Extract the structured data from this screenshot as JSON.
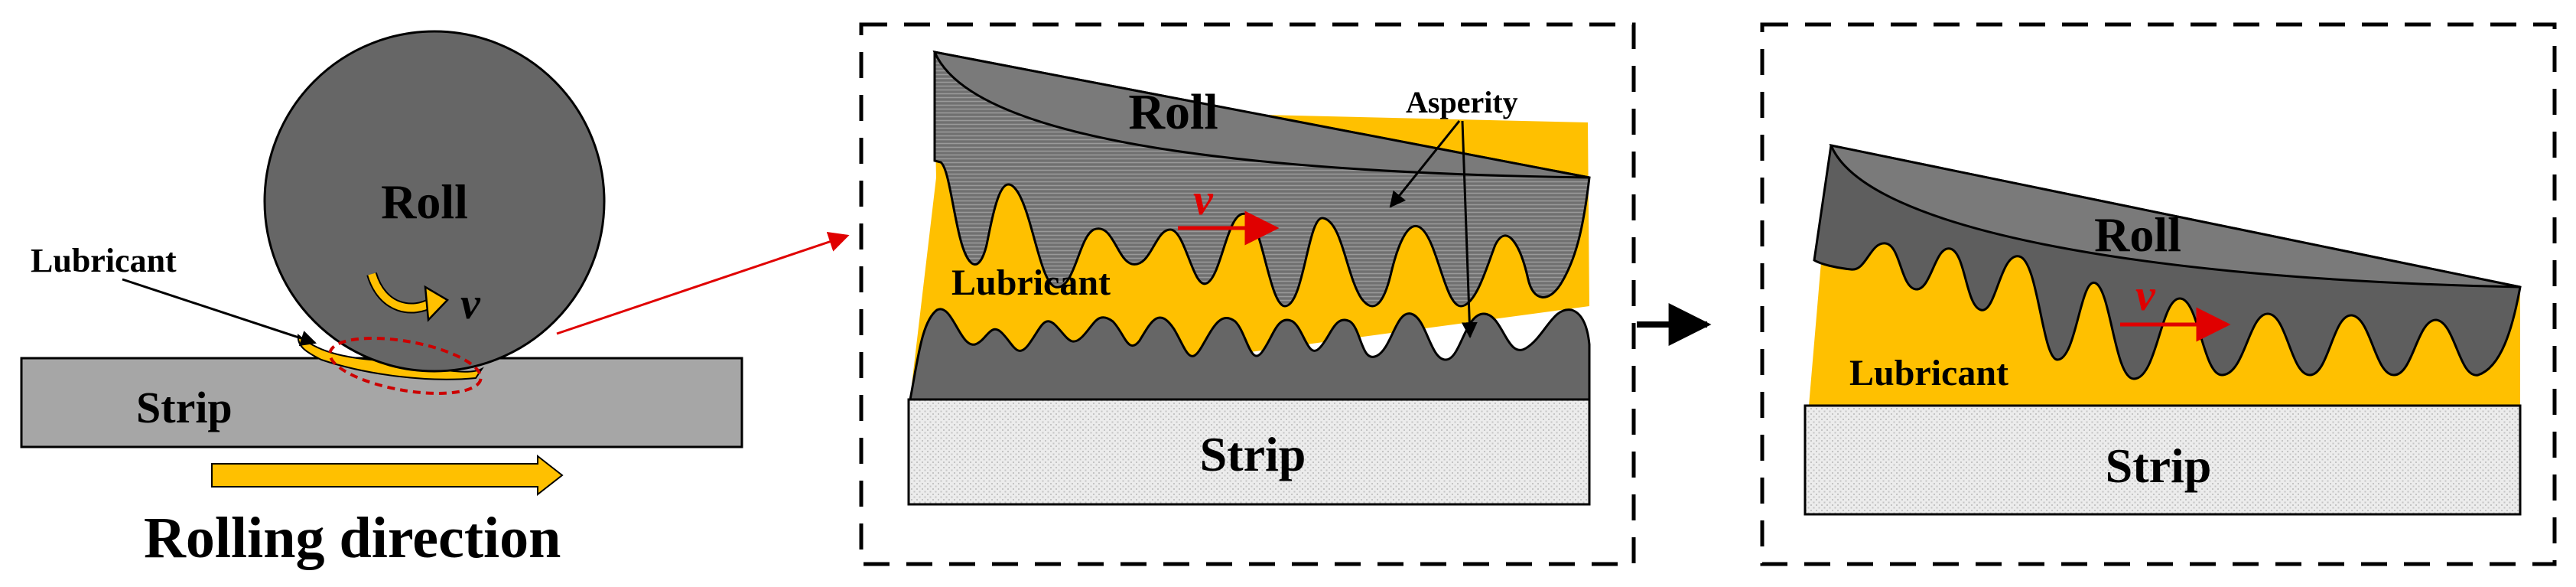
{
  "panel1": {
    "roll_label": "Roll",
    "velocity_label": "v",
    "lubricant_label": "Lubricant",
    "strip_label": "Strip",
    "direction_label": "Rolling direction"
  },
  "panel2": {
    "roll_label": "Roll",
    "velocity_label": "v",
    "lubricant_label": "Lubricant",
    "strip_label": "Strip",
    "asperity_label": "Asperity"
  },
  "panel3": {
    "roll_label": "Roll",
    "velocity_label": "v",
    "lubricant_label": "Lubricant",
    "strip_label": "Strip"
  },
  "colors": {
    "roll": "#666666",
    "lubricant": "#ffc000",
    "strip": "#a6a6a6",
    "velocity_arrow": "#e00000",
    "zoom_ellipse": "#cc0000"
  }
}
